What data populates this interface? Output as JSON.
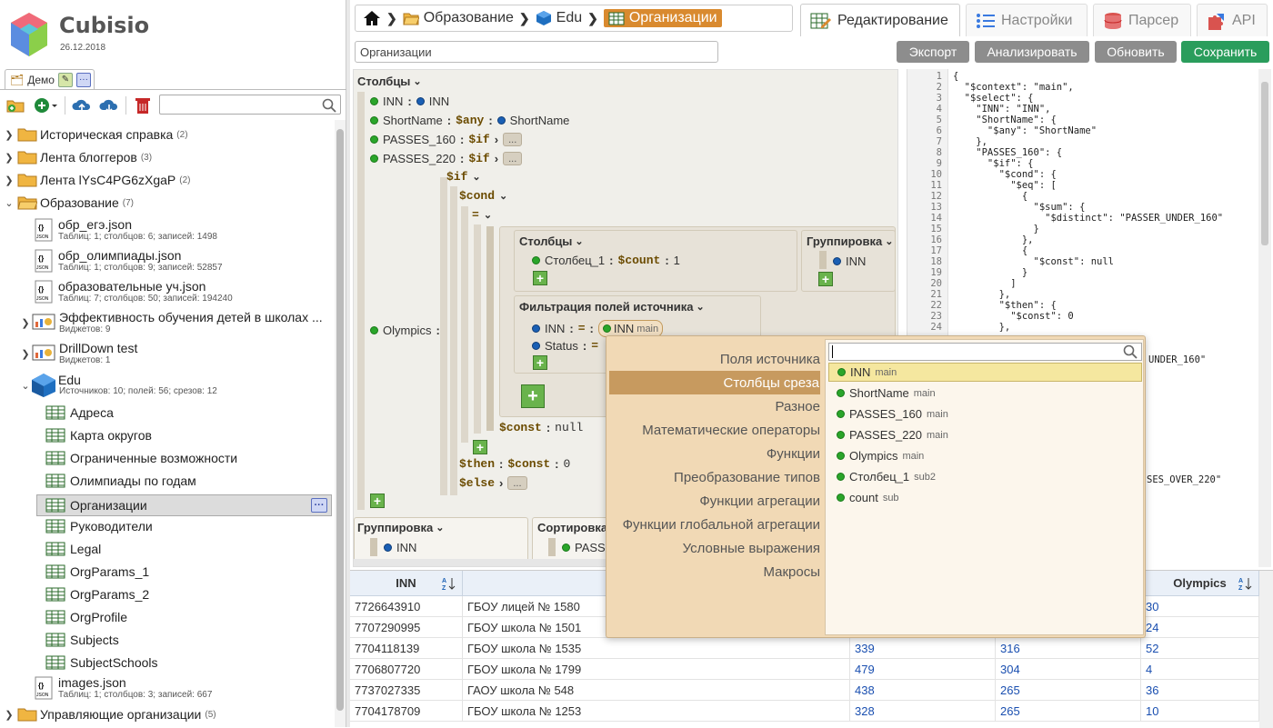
{
  "app": {
    "name": "Cubisio",
    "date": "26.12.2018"
  },
  "project_tab": {
    "label": "Демо"
  },
  "tree": [
    {
      "label": "Историческая справка",
      "count": "(2)"
    },
    {
      "label": "Лента блоггеров",
      "count": "(3)"
    },
    {
      "label": "Лента lYsC4PG6zXgaP",
      "count": "(2)"
    },
    {
      "label": "Образование",
      "count": "(7)"
    },
    {
      "label": "обр_егэ.json",
      "sub": "Таблиц: 1; столбцов: 6; записей: 1498"
    },
    {
      "label": "обр_олимпиады.json",
      "sub": "Таблиц: 1; столбцов: 9; записей: 52857"
    },
    {
      "label": "образовательные уч.json",
      "sub": "Таблиц: 7; столбцов: 50; записей: 194240"
    },
    {
      "label": "Эффективность обучения детей в школах ...",
      "sub": "Виджетов: 9"
    },
    {
      "label": "DrillDown test",
      "sub": "Виджетов: 1"
    },
    {
      "label": "Edu",
      "sub": "Источников: 10; полей: 56; срезов: 12"
    },
    {
      "label": "Адреса"
    },
    {
      "label": "Карта округов"
    },
    {
      "label": "Ограниченные возможности"
    },
    {
      "label": "Олимпиады по годам"
    },
    {
      "label": "Организации"
    },
    {
      "label": "Руководители"
    },
    {
      "label": "Legal"
    },
    {
      "label": "OrgParams_1"
    },
    {
      "label": "OrgParams_2"
    },
    {
      "label": "OrgProfile"
    },
    {
      "label": "Subjects"
    },
    {
      "label": "SubjectSchools"
    },
    {
      "label": "images.json",
      "sub": "Таблиц: 1; столбцов: 3; записей: 667"
    },
    {
      "label": "Управляющие организации",
      "count": "(5)"
    }
  ],
  "breadcrumb": [
    "Образование",
    "Edu",
    "Организации"
  ],
  "tabs": [
    "Редактирование",
    "Настройки",
    "Парсер",
    "API"
  ],
  "slice_name": "Организации",
  "actions": {
    "export": "Экспорт",
    "analyze": "Анализировать",
    "refresh": "Обновить",
    "save": "Сохранить"
  },
  "editor": {
    "columns_header": "Столбцы",
    "c1_name": "INN",
    "c1_val": "INN",
    "c2_name": "ShortName",
    "c2_kw": "$any",
    "c2_val": "ShortName",
    "c3_name": "PASSES_160",
    "c3_kw": "$if",
    "c4_name": "PASSES_220",
    "c4_kw": "$if",
    "ellipsis": "...",
    "olympics": "Olympics",
    "if_kw": "$if",
    "cond_kw": "$cond",
    "eq": "=",
    "inner_columns": "Столбцы",
    "inner_col_name": "Столбец_1",
    "inner_count": "$count",
    "inner_val": "1",
    "grouping": "Группировка",
    "grouping_inn": "INN",
    "filter": "Фильтрация полей источника",
    "f1_name": "INN",
    "f1_op": "=",
    "f1_val": "INN",
    "f1_src": "main",
    "f2_name": "Status",
    "f2_op": "=",
    "const_kw": "$const",
    "const_val": "null",
    "then_kw": "$then",
    "then_val": "0",
    "else_kw": "$else",
    "bottom_grouping": "Группировка",
    "bottom_grouping_inn": "INN",
    "bottom_sort": "Сортировка",
    "bottom_sort_val": "PASS"
  },
  "json_lines": [
    "{",
    "  \"$context\": \"main\",",
    "  \"$select\": {",
    "    \"INN\": \"INN\",",
    "    \"ShortName\": {",
    "      \"$any\": \"ShortName\"",
    "    },",
    "    \"PASSES_160\": {",
    "      \"$if\": {",
    "        \"$cond\": {",
    "          \"$eq\": [",
    "            {",
    "              \"$sum\": {",
    "                \"$distinct\": \"PASSER_UNDER_160\"",
    "              }",
    "            },",
    "            {",
    "              \"$const\": null",
    "            }",
    "          ]",
    "        },",
    "        \"$then\": {",
    "          \"$const\": 0",
    "        },"
  ],
  "json_tail": {
    "l1": "UNDER_160\"",
    "l2": "SES_OVER_220\""
  },
  "table": {
    "headers": {
      "inn": "INN",
      "olympics": "Olympics"
    },
    "rows": [
      {
        "inn": "7726643910",
        "name": "ГБОУ лицей № 1580",
        "a": "",
        "b": "",
        "c": "30"
      },
      {
        "inn": "7707290995",
        "name": "ГБОУ школа № 1501",
        "a": "",
        "b": "",
        "c": "24"
      },
      {
        "inn": "7704118139",
        "name": "ГБОУ школа № 1535",
        "a": "339",
        "b": "316",
        "c": "52"
      },
      {
        "inn": "7706807720",
        "name": "ГБОУ школа № 1799",
        "a": "479",
        "b": "304",
        "c": "4"
      },
      {
        "inn": "7737027335",
        "name": "ГАОУ школа № 548",
        "a": "438",
        "b": "265",
        "c": "36"
      },
      {
        "inn": "7704178709",
        "name": "ГБОУ школа № 1253",
        "a": "328",
        "b": "265",
        "c": "10"
      }
    ]
  },
  "popup": {
    "categories": [
      "Поля источника",
      "Столбцы среза",
      "Разное",
      "Математические операторы",
      "Функции",
      "Преобразование типов",
      "Функции агрегации",
      "Функции глобальной агрегации",
      "Условные выражения",
      "Макросы"
    ],
    "items": [
      {
        "name": "INN",
        "src": "main"
      },
      {
        "name": "ShortName",
        "src": "main"
      },
      {
        "name": "PASSES_160",
        "src": "main"
      },
      {
        "name": "PASSES_220",
        "src": "main"
      },
      {
        "name": "Olympics",
        "src": "main"
      },
      {
        "name": "Столбец_1",
        "src": "sub2"
      },
      {
        "name": "count",
        "src": "sub"
      }
    ]
  },
  "colors": {
    "accent": "#d98a2f",
    "save": "#2a9d5c",
    "button": "#8d8d8d",
    "field_dot": "#2aa52a"
  }
}
